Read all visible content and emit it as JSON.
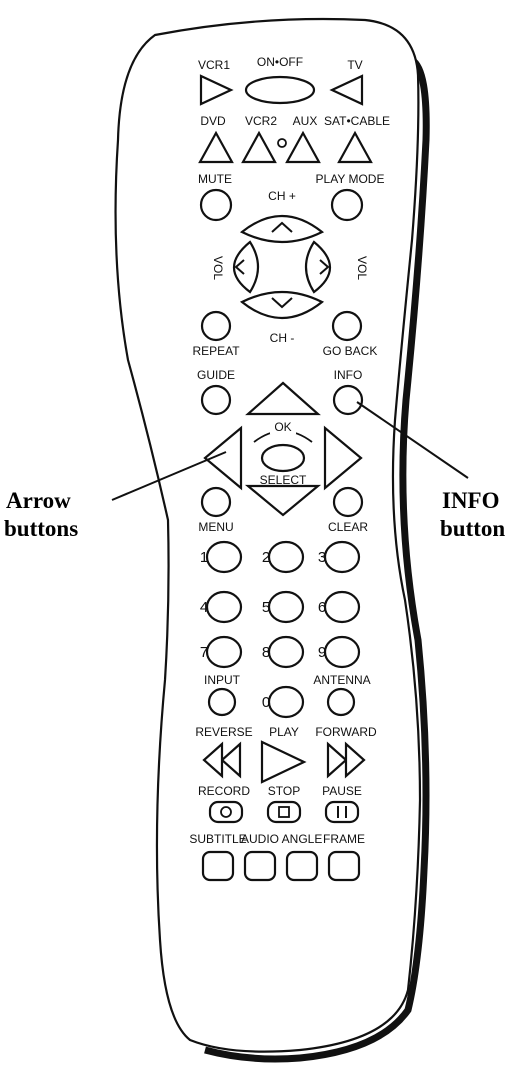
{
  "remote": {
    "device_buttons": {
      "vcr1": "VCR1",
      "on_off": "ON•OFF",
      "tv": "TV",
      "dvd": "DVD",
      "vcr2": "VCR2",
      "aux": "AUX",
      "sat_cable": "SAT•CABLE"
    },
    "control_labels": {
      "mute": "MUTE",
      "play_mode": "PLAY MODE",
      "ch_plus": "CH +",
      "ch_minus": "CH -",
      "vol_left": "VOL",
      "vol_right": "VOL",
      "repeat": "REPEAT",
      "go_back": "GO BACK"
    },
    "nav_labels": {
      "guide": "GUIDE",
      "info": "INFO",
      "ok": "OK",
      "select": "SELECT",
      "menu": "MENU",
      "clear": "CLEAR"
    },
    "number_labels": [
      "1",
      "2",
      "3",
      "4",
      "5",
      "6",
      "7",
      "8",
      "9",
      "0"
    ],
    "bottom_labels": {
      "input": "INPUT",
      "antenna": "ANTENNA",
      "reverse": "REVERSE",
      "play": "PLAY",
      "forward": "FORWARD",
      "record": "RECORD",
      "stop": "STOP",
      "pause": "PAUSE",
      "subtitle": "SUBTITLE",
      "audio": "AUDIO",
      "angle": "ANGLE",
      "frame": "FRAME"
    }
  },
  "callouts": {
    "arrow_line1": "Arrow",
    "arrow_line2": "buttons",
    "info_line1": "INFO",
    "info_line2": "button"
  }
}
